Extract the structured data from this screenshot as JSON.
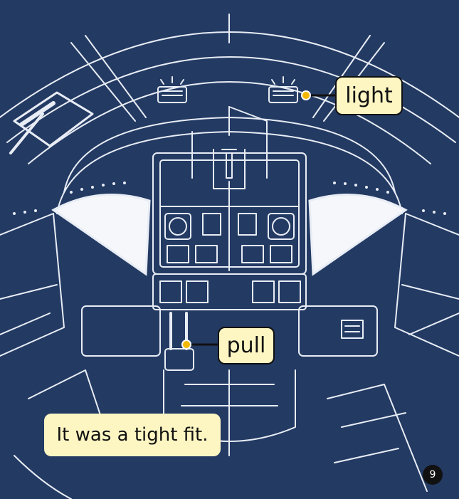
{
  "labels": {
    "light": "light",
    "pull": "pull"
  },
  "caption": "It was a tight fit.",
  "page_number": "9",
  "colors": {
    "background": "#233a63",
    "line_art": "#e8edf5",
    "label_fill": "#fdf6c3",
    "callout_dot": "#f2b705",
    "page_number_bg": "#111111"
  }
}
